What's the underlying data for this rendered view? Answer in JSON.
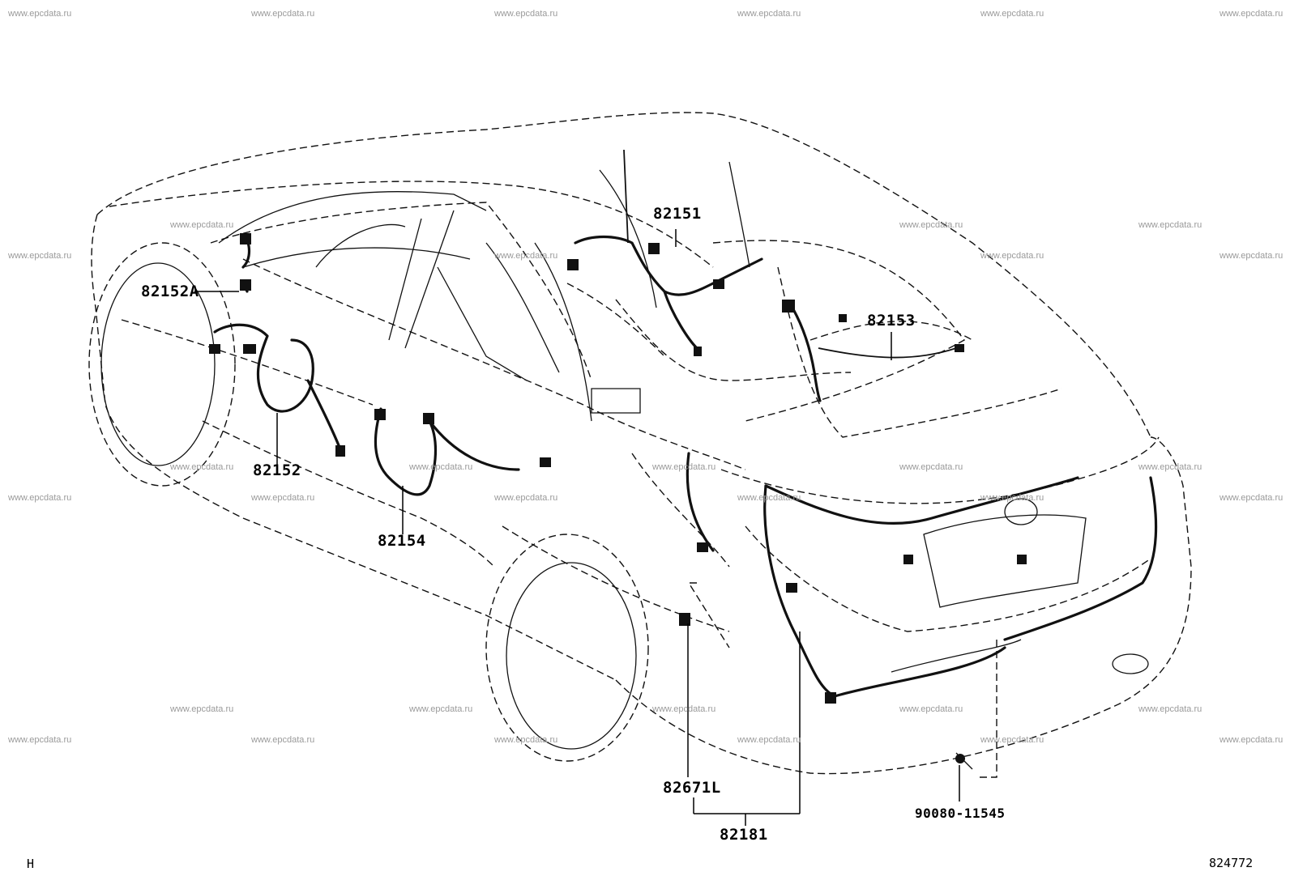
{
  "watermark_text": "www.epcdata.ru",
  "parts": {
    "p82151": "82151",
    "p82152A": "82152A",
    "p82152": "82152",
    "p82153": "82153",
    "p82154": "82154",
    "p82671L": "82671L",
    "p82181": "82181",
    "p90080": "90080-11545"
  },
  "corner_left": "H",
  "corner_right": "824772"
}
